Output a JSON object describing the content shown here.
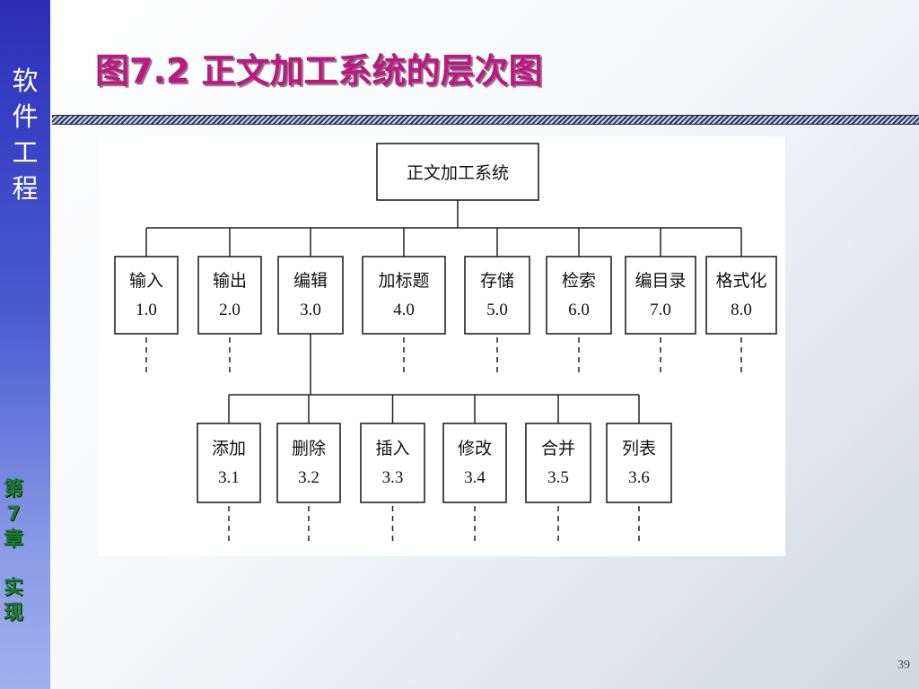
{
  "sidebar": {
    "title_chars": [
      "软",
      "件",
      "工",
      "程"
    ],
    "chapter_chars": [
      "第",
      "7",
      "章"
    ],
    "section_chars": [
      "实",
      "现"
    ]
  },
  "slide": {
    "title": "图7.2 正文加工系统的层次图",
    "page_number": "39"
  },
  "diagram": {
    "root": {
      "label": "正文加工系统"
    },
    "level1": [
      {
        "label": "输入",
        "number": "1.0"
      },
      {
        "label": "输出",
        "number": "2.0"
      },
      {
        "label": "编辑",
        "number": "3.0"
      },
      {
        "label": "加标题",
        "number": "4.0"
      },
      {
        "label": "存储",
        "number": "5.0"
      },
      {
        "label": "检索",
        "number": "6.0"
      },
      {
        "label": "编目录",
        "number": "7.0"
      },
      {
        "label": "格式化",
        "number": "8.0"
      }
    ],
    "level2": [
      {
        "label": "添加",
        "number": "3.1"
      },
      {
        "label": "删除",
        "number": "3.2"
      },
      {
        "label": "插入",
        "number": "3.3"
      },
      {
        "label": "修改",
        "number": "3.4"
      },
      {
        "label": "合并",
        "number": "3.5"
      },
      {
        "label": "列表",
        "number": "3.6"
      }
    ],
    "colors": {
      "title": "#c21584",
      "sidebar": "#2b2fb8",
      "chapter": "#1d7a33"
    }
  }
}
